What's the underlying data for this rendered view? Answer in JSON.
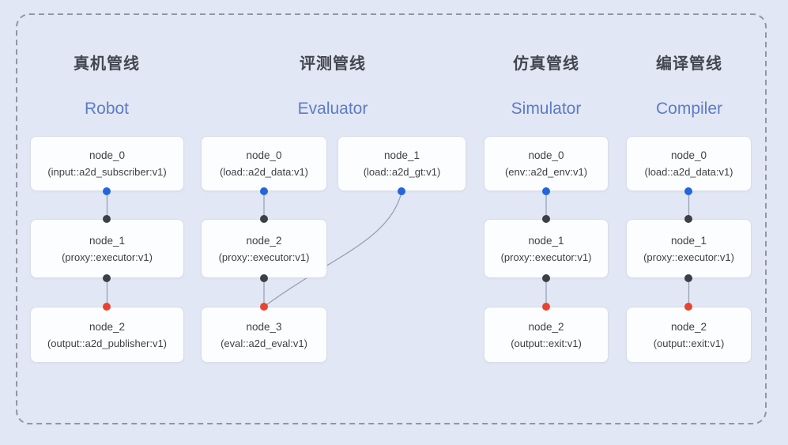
{
  "page": {
    "bg": "#e2e7f5"
  },
  "colors": {
    "bg": "#e2e7f5",
    "frame": "#8f96a4",
    "edge": "#9aa2b2",
    "node_bg": "#fcfdfe",
    "node_border": "#d9dde6",
    "node_text": "#3d4147",
    "header_text": "#42464e",
    "accent": "#5c7cc6",
    "port_blue": "#2366d9",
    "port_black": "#3c4045",
    "port_red": "#e9432f"
  },
  "pipelines": [
    {
      "id": "robot",
      "title_zh": "真机管线",
      "title_en": "Robot",
      "nodes": [
        {
          "name": "node_0",
          "type": "(input::a2d_subscriber:v1)"
        },
        {
          "name": "node_1",
          "type": "(proxy::executor:v1)"
        },
        {
          "name": "node_2",
          "type": "(output::a2d_publisher:v1)"
        }
      ],
      "connections": [
        {
          "from": "node_0",
          "to": "node_1"
        },
        {
          "from": "node_1",
          "to": "node_2"
        }
      ]
    },
    {
      "id": "evaluator",
      "title_zh": "评测管线",
      "title_en": "Evaluator",
      "nodes": [
        {
          "name": "node_0",
          "type": "(load::a2d_data:v1)"
        },
        {
          "name": "node_1",
          "type": "(load::a2d_gt:v1)"
        },
        {
          "name": "node_2",
          "type": "(proxy::executor:v1)"
        },
        {
          "name": "node_3",
          "type": "(eval::a2d_eval:v1)"
        }
      ],
      "connections": [
        {
          "from": "node_0",
          "to": "node_2"
        },
        {
          "from": "node_2",
          "to": "node_3"
        },
        {
          "from": "node_1",
          "to": "node_3"
        }
      ]
    },
    {
      "id": "simulator",
      "title_zh": "仿真管线",
      "title_en": "Simulator",
      "nodes": [
        {
          "name": "node_0",
          "type": "(env::a2d_env:v1)"
        },
        {
          "name": "node_1",
          "type": "(proxy::executor:v1)"
        },
        {
          "name": "node_2",
          "type": "(output::exit:v1)"
        }
      ],
      "connections": [
        {
          "from": "node_0",
          "to": "node_1"
        },
        {
          "from": "node_1",
          "to": "node_2"
        }
      ]
    },
    {
      "id": "compiler",
      "title_zh": "编译管线",
      "title_en": "Compiler",
      "nodes": [
        {
          "name": "node_0",
          "type": "(load::a2d_data:v1)"
        },
        {
          "name": "node_1",
          "type": "(proxy::executor:v1)"
        },
        {
          "name": "node_2",
          "type": "(output::exit:v1)"
        }
      ],
      "connections": [
        {
          "from": "node_0",
          "to": "node_1"
        },
        {
          "from": "node_1",
          "to": "node_2"
        }
      ]
    }
  ]
}
